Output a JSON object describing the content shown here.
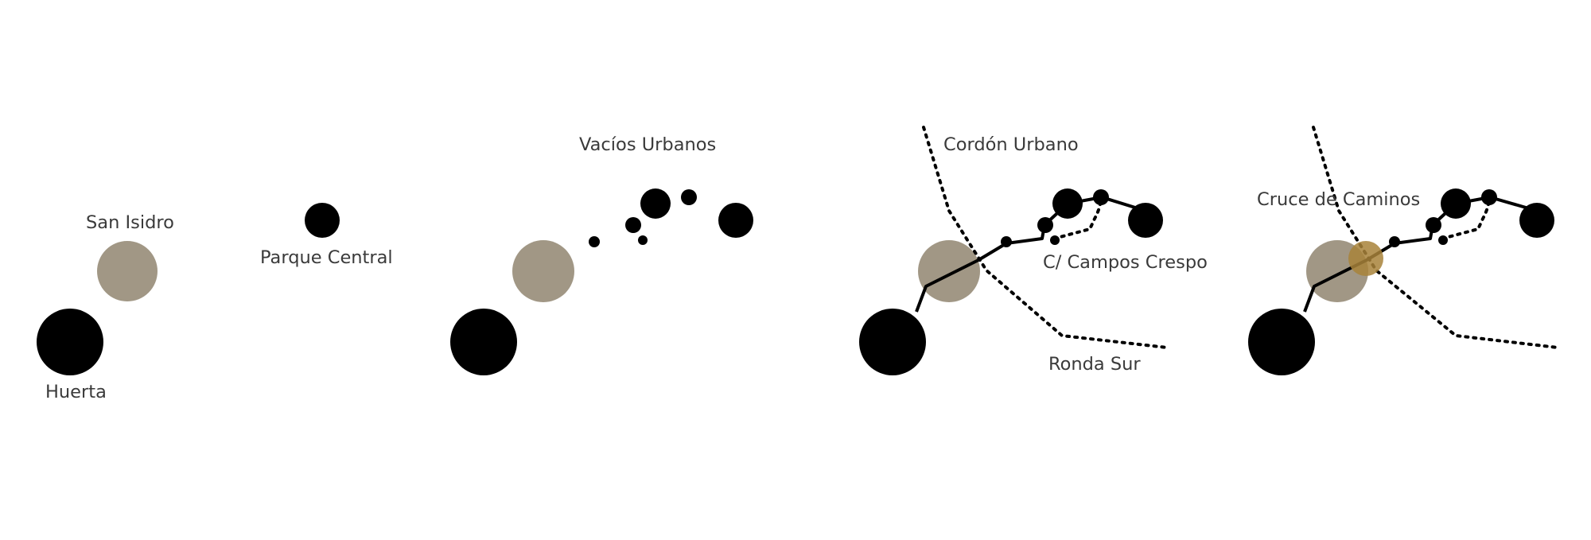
{
  "colors": {
    "node": "#000000",
    "grey_node": "#a19785",
    "gold_node": "#a8823a",
    "line": "#000000",
    "label": "#3a3a3a",
    "background": "#ffffff"
  },
  "panels": [
    {
      "id": "panel-1",
      "labels": {
        "san_isidro": "San Isidro",
        "huerta": "Huerta",
        "parque_central": "Parque Central"
      }
    },
    {
      "id": "panel-2",
      "labels": {
        "vacios_urbanos": "Vacíos Urbanos"
      }
    },
    {
      "id": "panel-3",
      "labels": {
        "cordon_urbano": "Cordón Urbano",
        "campos_crespo": "C/ Campos Crespo",
        "ronda_sur": "Ronda Sur"
      }
    },
    {
      "id": "panel-4",
      "labels": {
        "cruce_de_caminos": "Cruce de Caminos"
      }
    }
  ]
}
